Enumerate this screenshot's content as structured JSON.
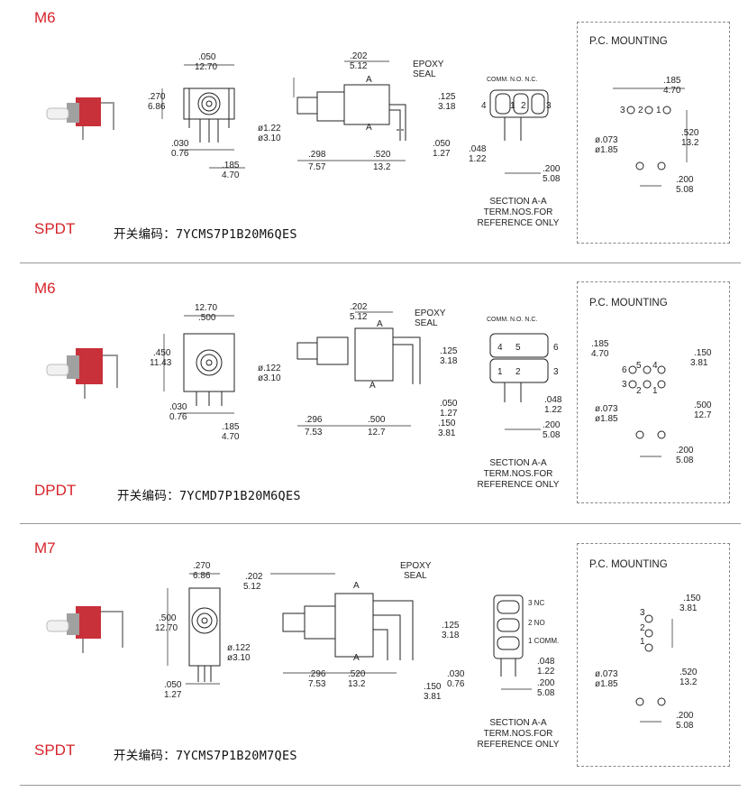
{
  "rows": [
    {
      "model": "M6",
      "type": "SPDT",
      "code_label": "开关编码：",
      "code_value": "7YCMS7P1B20M6QES",
      "front": {
        "w_in": ".050",
        "w_mm": "12.70",
        "h_in": ".270",
        "h_mm": "6.86",
        "p_in": ".030",
        "p_mm": "0.76",
        "b_in": ".185",
        "b_mm": "4.70"
      },
      "side": {
        "top_in": ".202",
        "top_mm": "5.12",
        "d1": "ø1.22",
        "d2": "ø3.10",
        "l1_in": ".298",
        "l1_mm": "7.57",
        "l2_in": ".520",
        "l2_mm": "13.2",
        "r1_in": ".125",
        "r1_mm": "3.18",
        "r2_in": ".050",
        "r2_mm": "1.27",
        "epoxy": "EPOXY",
        "seal": "SEAL",
        "a": "A"
      },
      "term": {
        "header": "COMM. N.O. N.C.",
        "nums": [
          "4",
          "1",
          "2",
          "3"
        ],
        "d1_in": ".048",
        "d1_mm": "1.22",
        "d2_in": ".200",
        "d2_mm": "5.08"
      },
      "section_lines": [
        "SECTION A-A",
        "TERM.NOS.FOR",
        "REFERENCE ONLY"
      ],
      "pc": {
        "title": "P.C. MOUNTING",
        "t_in": ".185",
        "t_mm": "4.70",
        "m_in": ".520",
        "m_mm": "13.2",
        "d_in": "ø.073",
        "d_mm": "ø1.85",
        "b_in": ".200",
        "b_mm": "5.08",
        "nums": [
          "3",
          "2",
          "1"
        ]
      }
    },
    {
      "model": "M6",
      "type": "DPDT",
      "code_label": "开关编码：",
      "code_value": "7YCMD7P1B20M6QES",
      "front": {
        "w_in": "12.70",
        "w_mm": ".500",
        "h_in": ".450",
        "h_mm": "11.43",
        "p_in": ".030",
        "p_mm": "0.76",
        "b_in": ".185",
        "b_mm": "4.70"
      },
      "side": {
        "top_in": ".202",
        "top_mm": "5.12",
        "d1": "ø.122",
        "d2": "ø3.10",
        "l1_in": ".296",
        "l1_mm": "7.53",
        "l2_in": ".500",
        "l2_mm": "12.7",
        "r1_in": ".125",
        "r1_mm": "3.18",
        "r2_in": ".050",
        "r2_mm": "1.27",
        "r3_in": ".150",
        "r3_mm": "3.81",
        "epoxy": "EPOXY",
        "seal": "SEAL",
        "a": "A"
      },
      "term": {
        "header": "COMM. N.O. N.C.",
        "nums": [
          "4",
          "5",
          "6",
          "1",
          "2",
          "3"
        ],
        "d1_in": ".048",
        "d1_mm": "1.22",
        "d2_in": ".200",
        "d2_mm": "5.08"
      },
      "section_lines": [
        "SECTION A-A",
        "TERM.NOS.FOR",
        "REFERENCE ONLY"
      ],
      "pc": {
        "title": "P.C. MOUNTING",
        "t_in": ".185",
        "t_mm": "4.70",
        "t2_in": ".150",
        "t2_mm": "3.81",
        "m_in": ".500",
        "m_mm": "12.7",
        "d_in": "ø.073",
        "d_mm": "ø1.85",
        "b_in": ".200",
        "b_mm": "5.08",
        "nums": [
          "6",
          "5",
          "4",
          "3",
          "2",
          "1"
        ]
      }
    },
    {
      "model": "M7",
      "type": "SPDT",
      "code_label": "开关编码：",
      "code_value": "7YCMS7P1B20M7QES",
      "front": {
        "w_in": ".270",
        "w_mm": "6.86",
        "h_in": ".500",
        "h_mm": "12.70",
        "p_in": ".050",
        "p_mm": "1.27"
      },
      "side": {
        "top_in": ".202",
        "top_mm": "5.12",
        "d1": "ø.122",
        "d2": "ø3.10",
        "l1_in": ".296",
        "l1_mm": "7.53",
        "l2_in": ".520",
        "l2_mm": "13.2",
        "r1_in": ".125",
        "r1_mm": "3.18",
        "r2_in": ".030",
        "r2_mm": "0.76",
        "r3_in": ".150",
        "r3_mm": "3.81",
        "epoxy": "EPOXY",
        "seal": "SEAL",
        "a": "A"
      },
      "term": {
        "labels": [
          "3 NC",
          "2 NO",
          "1 COMM."
        ],
        "d1_in": ".048",
        "d1_mm": "1.22",
        "d2_in": ".200",
        "d2_mm": "5.08"
      },
      "section_lines": [
        "SECTION A-A",
        "TERM.NOS.FOR",
        "REFERENCE ONLY"
      ],
      "pc": {
        "title": "P.C. MOUNTING",
        "t_in": ".150",
        "t_mm": "3.81",
        "m_in": ".520",
        "m_mm": "13.2",
        "d_in": "ø.073",
        "d_mm": "ø1.85",
        "b_in": ".200",
        "b_mm": "5.08",
        "nums": [
          "3",
          "2",
          "1"
        ]
      }
    }
  ],
  "colors": {
    "accent": "#d6242a",
    "line": "#222222",
    "divider": "#999999"
  }
}
